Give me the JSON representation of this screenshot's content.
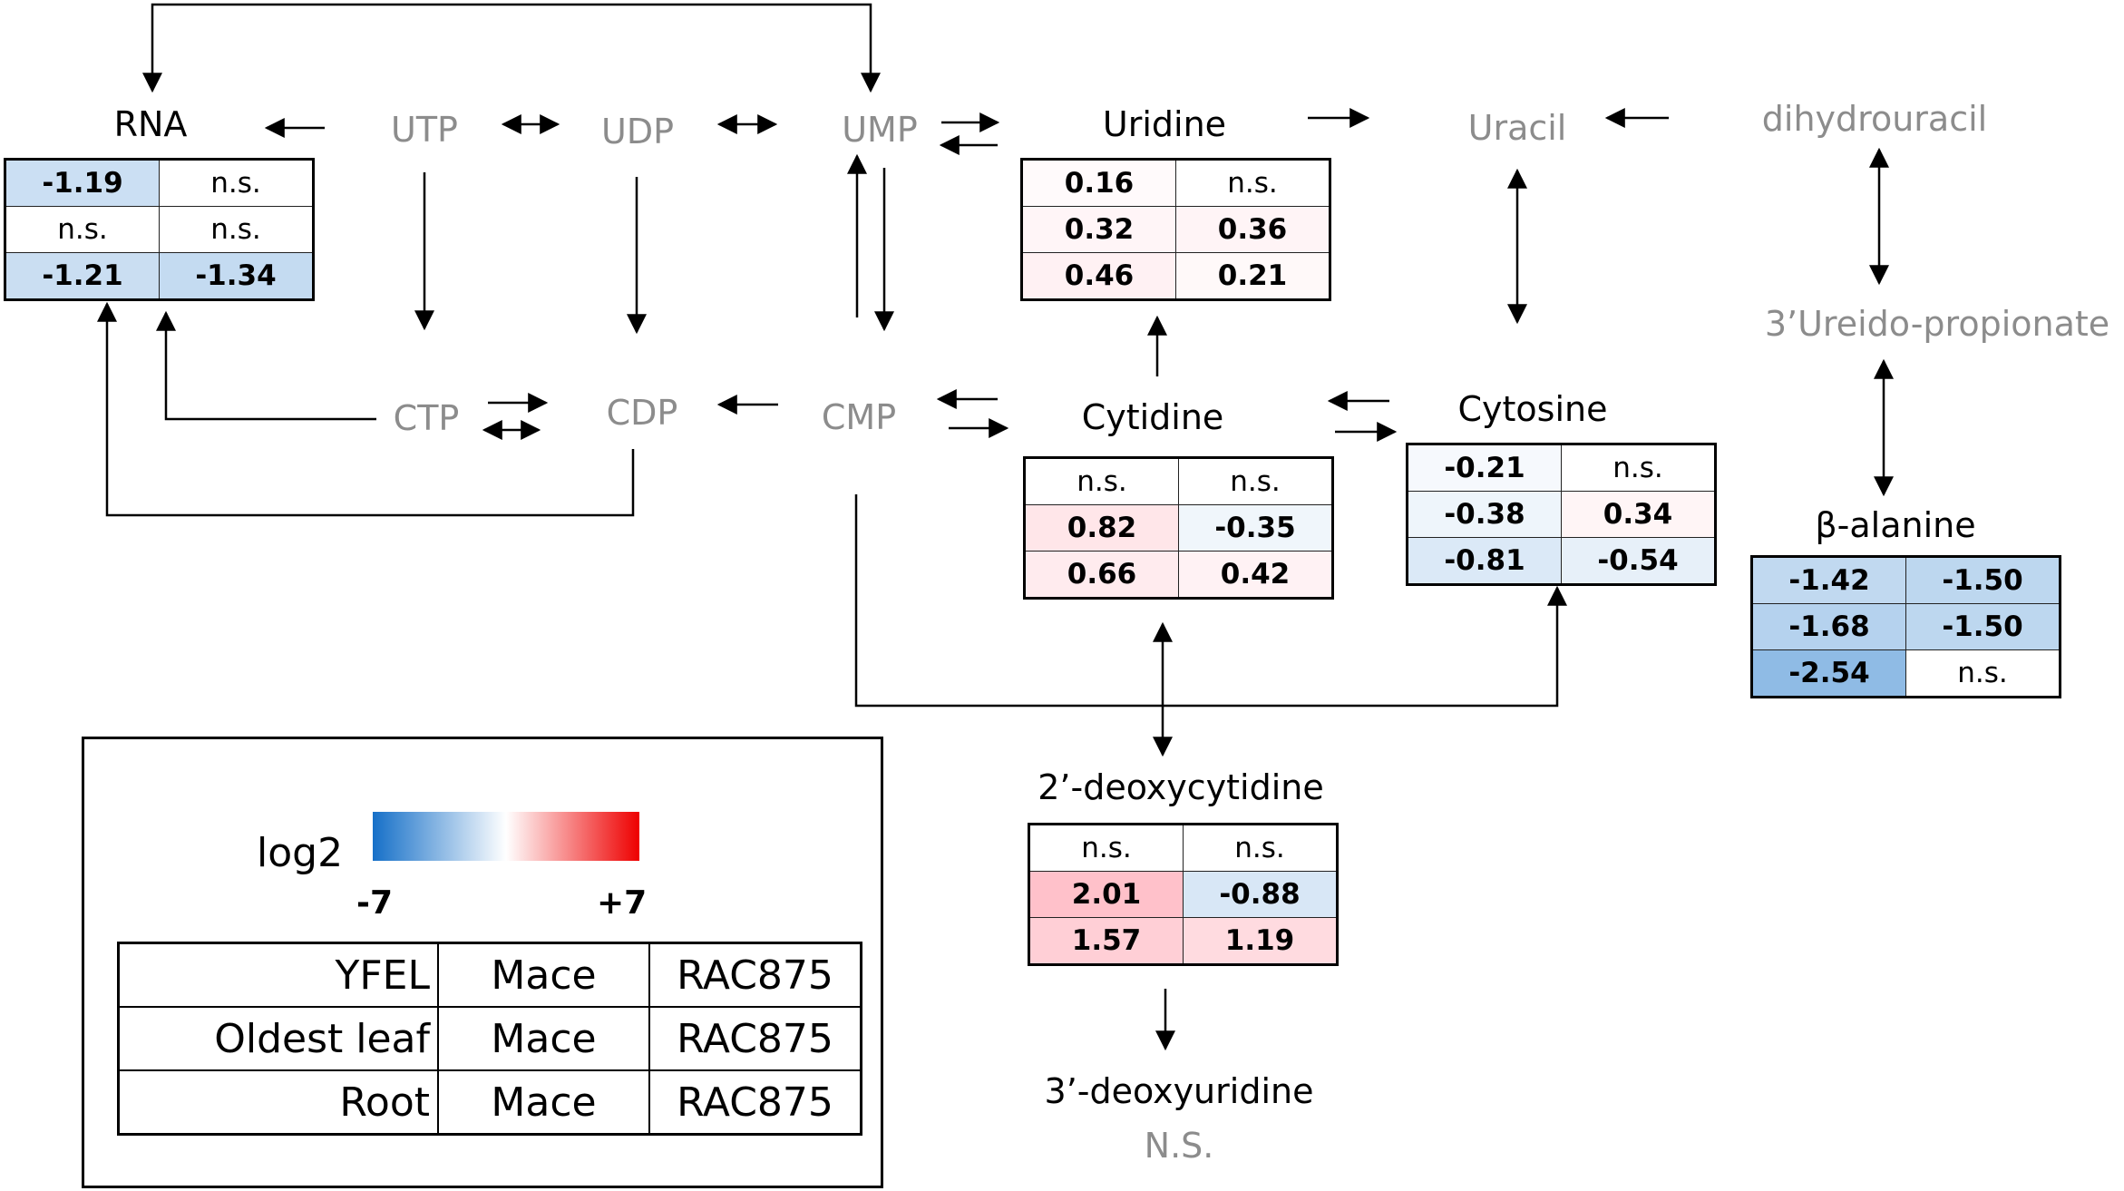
{
  "colors": {
    "measured_text": "#000000",
    "unmeasured_text": "#8c8c8c",
    "scale_low": "#1670c8",
    "scale_mid": "#ffffff",
    "scale_high": "#ee0000"
  },
  "metabolites": {
    "rna": "RNA",
    "utp": "UTP",
    "udp": "UDP",
    "ump": "UMP",
    "uridine": "Uridine",
    "uracil": "Uracil",
    "dihydrouracil": "dihydrouracil",
    "ureido": "3’Ureido-propionate",
    "ctp": "CTP",
    "cdp": "CDP",
    "cmp": "CMP",
    "cytidine": "Cytidine",
    "cytosine": "Cytosine",
    "balanine": "β-alanine",
    "deoxycytidine": "2’-deoxycytidine",
    "deoxyuridine": "3’-deoxyuridine",
    "deoxyuridine_status": "N.S."
  },
  "values": {
    "rna": [
      [
        "-1.19",
        "n.s."
      ],
      [
        "n.s.",
        "n.s."
      ],
      [
        "-1.21",
        "-1.34"
      ]
    ],
    "uridine": [
      [
        "0.16",
        "n.s."
      ],
      [
        "0.32",
        "0.36"
      ],
      [
        "0.46",
        "0.21"
      ]
    ],
    "cytidine": [
      [
        "n.s.",
        "n.s."
      ],
      [
        "0.82",
        "-0.35"
      ],
      [
        "0.66",
        "0.42"
      ]
    ],
    "cytosine": [
      [
        "-0.21",
        "n.s."
      ],
      [
        "-0.38",
        "0.34"
      ],
      [
        "-0.81",
        "-0.54"
      ]
    ],
    "balanine": [
      [
        "-1.42",
        "-1.50"
      ],
      [
        "-1.68",
        "-1.50"
      ],
      [
        "-2.54",
        "n.s."
      ]
    ],
    "deoxycytidine": [
      [
        "n.s.",
        "n.s."
      ],
      [
        "2.01",
        "-0.88"
      ],
      [
        "1.57",
        "1.19"
      ]
    ]
  },
  "legend": {
    "label": "log2",
    "min": "-7",
    "max": "+7",
    "rows": [
      [
        "YFEL",
        "Mace",
        "RAC875"
      ],
      [
        "Oldest leaf",
        "Mace",
        "RAC875"
      ],
      [
        "Root",
        "Mace",
        "RAC875"
      ]
    ]
  }
}
